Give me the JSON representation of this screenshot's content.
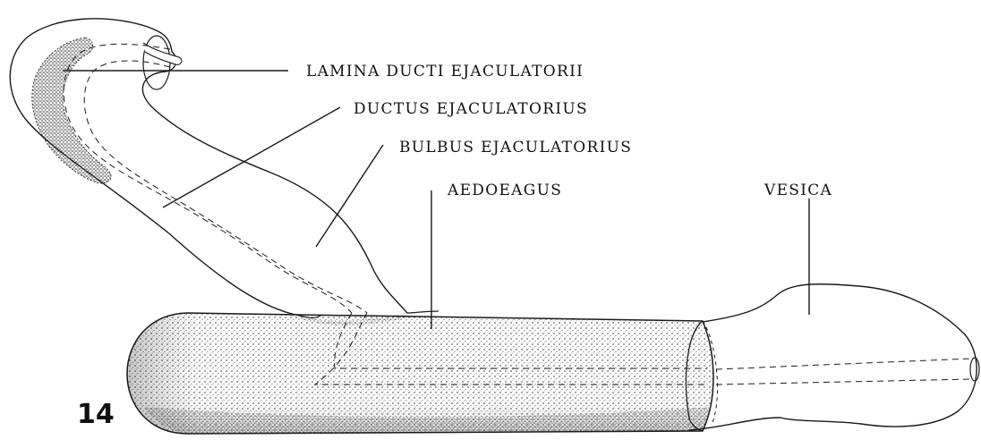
{
  "figure_number": "14",
  "labels": {
    "lamina": "LAMINA DUCTI EJACULATORII",
    "ductus": "DUCTUS EJACULATORIUS",
    "bulbus": "BULBUS EJACULATORIUS",
    "aedoeagus": "AEDOEAGUS",
    "vesica": "VESICA"
  },
  "colors": {
    "ink": "#1a1a1a",
    "paper": "#ffffff"
  }
}
